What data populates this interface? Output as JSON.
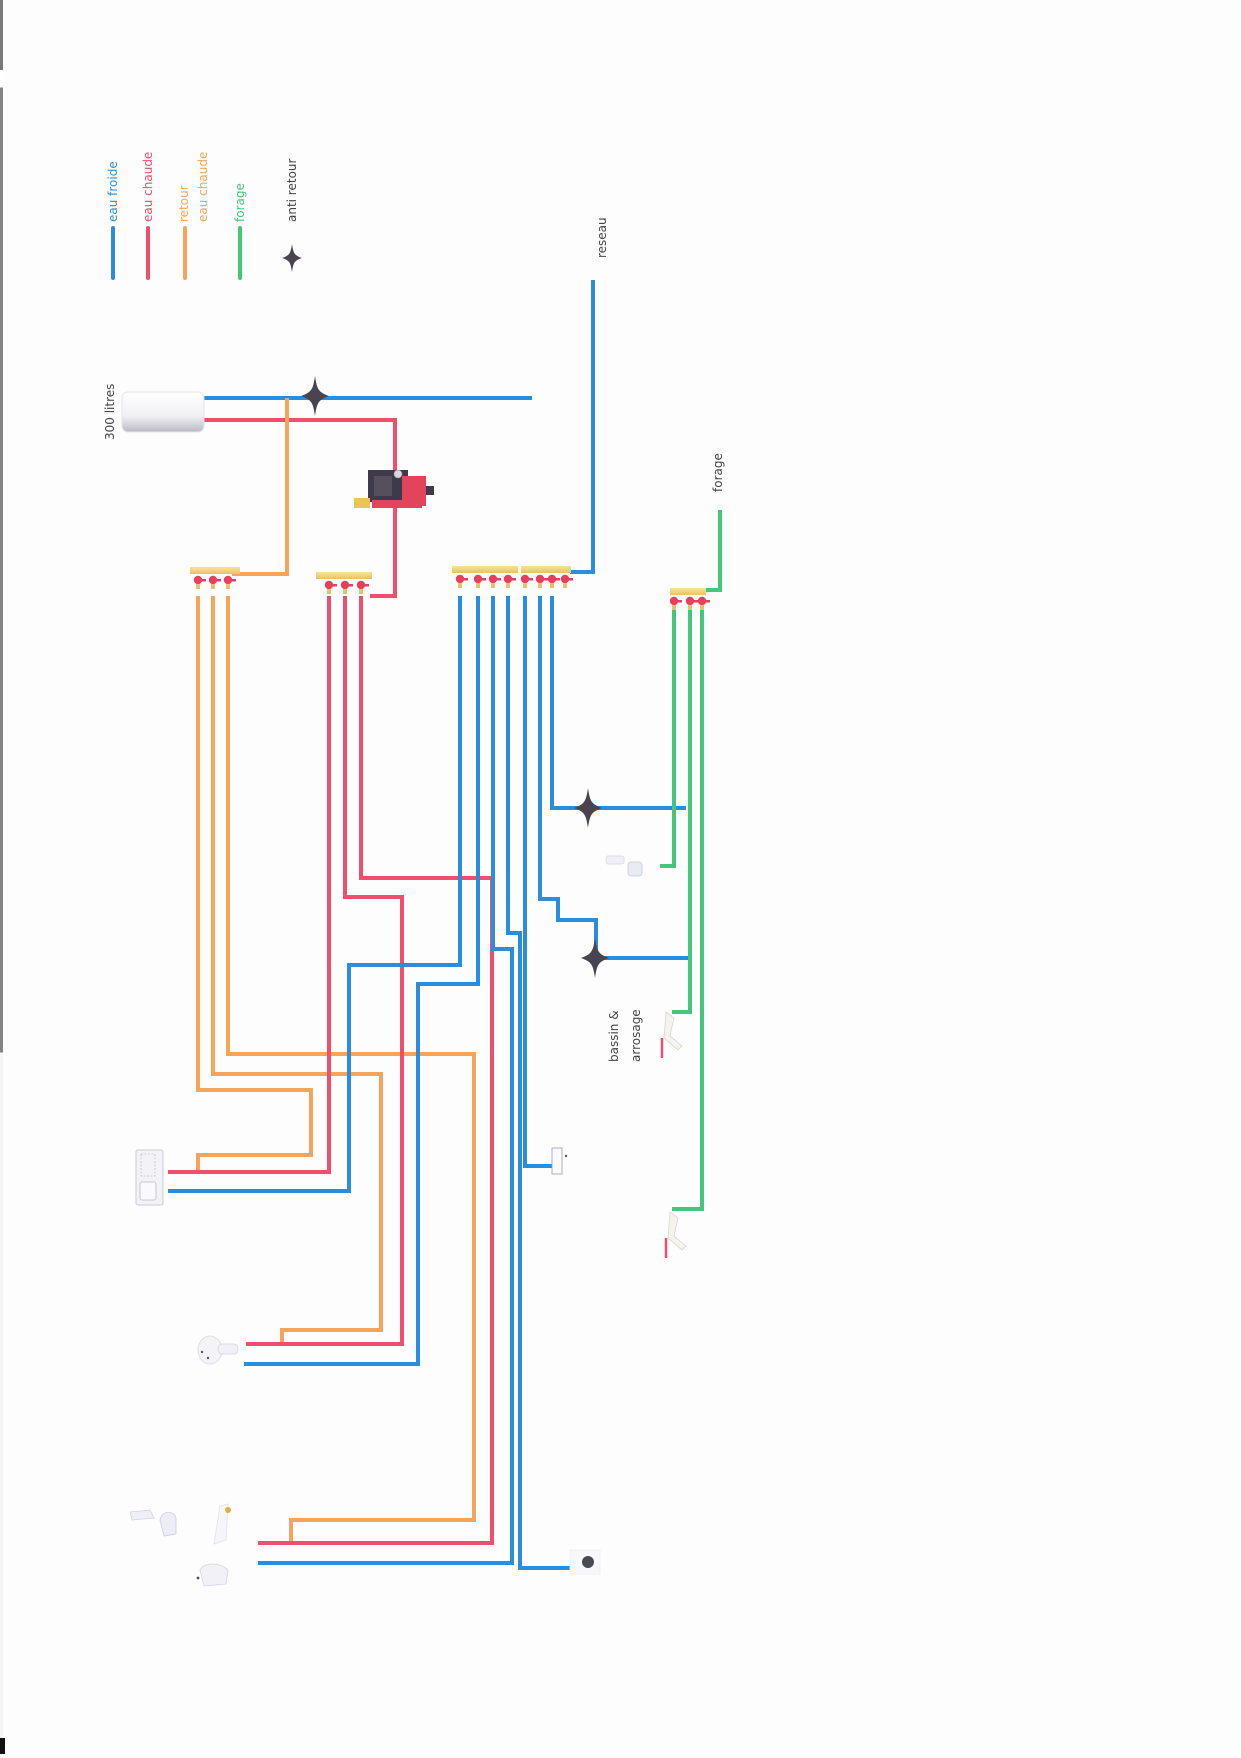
{
  "colors": {
    "cold": "#2a8ee0",
    "hot": "#ef4f6c",
    "return": "#f5a45a",
    "well": "#44c77a",
    "check_valve": "#4a4450",
    "text": "#444444"
  },
  "legend": {
    "items": [
      {
        "key": "cold",
        "label": "eau froide"
      },
      {
        "key": "hot",
        "label": "eau chaude"
      },
      {
        "key": "return",
        "label_line1": "retour",
        "label_line2": "eau chaude"
      },
      {
        "key": "well",
        "label": "forage"
      },
      {
        "key": "check_valve",
        "label": "anti retour"
      }
    ]
  },
  "labels": {
    "tank": "300 litres",
    "mains": "reseau",
    "well_source": "forage",
    "garden_line1": "bassin &",
    "garden_line2": "arrosage"
  },
  "manifolds": {
    "return": {
      "outlets": 3
    },
    "hot": {
      "outlets": 3
    },
    "cold": {
      "outlets": 8
    },
    "well": {
      "outlets": 3
    }
  },
  "check_valves": {
    "count": 3
  },
  "fixtures": [
    "shower",
    "washbasin",
    "bathroom-cluster",
    "wc",
    "garden-tap",
    "outdoor-tap",
    "outdoor-tap-2",
    "floor-drain"
  ]
}
